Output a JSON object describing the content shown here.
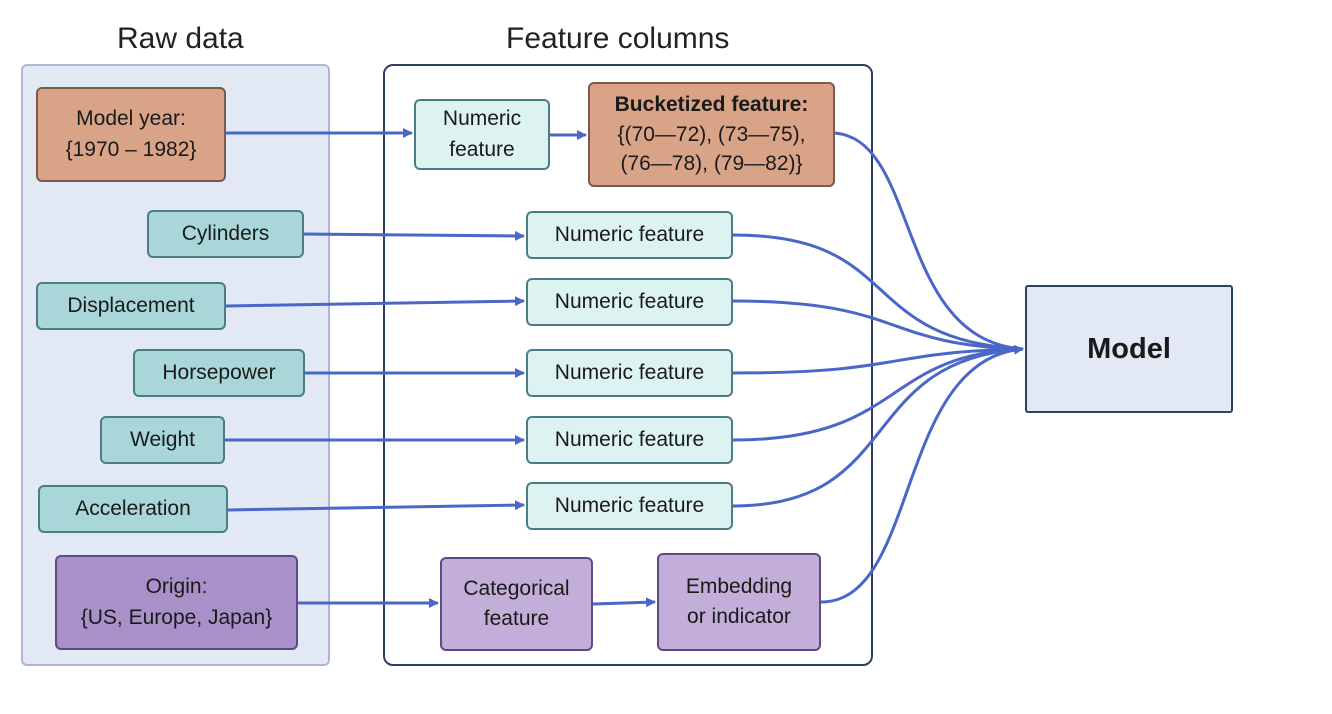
{
  "titles": {
    "raw": "Raw data",
    "features": "Feature columns"
  },
  "raw": {
    "model_year": {
      "line1": "Model year:",
      "line2": "{1970 – 1982}"
    },
    "cylinders": "Cylinders",
    "displacement": "Displacement",
    "horsepower": "Horsepower",
    "weight": "Weight",
    "acceleration": "Acceleration",
    "origin": {
      "line1": "Origin:",
      "line2": "{US, Europe, Japan}"
    }
  },
  "features": {
    "numeric_two_line": {
      "line1": "Numeric",
      "line2": "feature"
    },
    "bucketized": {
      "title": "Bucketized feature:",
      "line2": "{(70—72), (73—75),",
      "line3": "(76—78), (79—82)}"
    },
    "numeric": [
      "Numeric feature",
      "Numeric feature",
      "Numeric feature",
      "Numeric feature",
      "Numeric feature"
    ],
    "categorical": {
      "line1": "Categorical",
      "line2": "feature"
    },
    "embedding": {
      "line1": "Embedding",
      "line2": "or indicator"
    }
  },
  "model": "Model",
  "colors": {
    "arrow": "#4a67c8",
    "raw_panel": "#e3e8f5",
    "brown": "#d9a388",
    "teal_dark": "#a9d6d8",
    "teal_light": "#dcf3f1",
    "purple": "#a990c9",
    "purple_light": "#c2aed8"
  }
}
